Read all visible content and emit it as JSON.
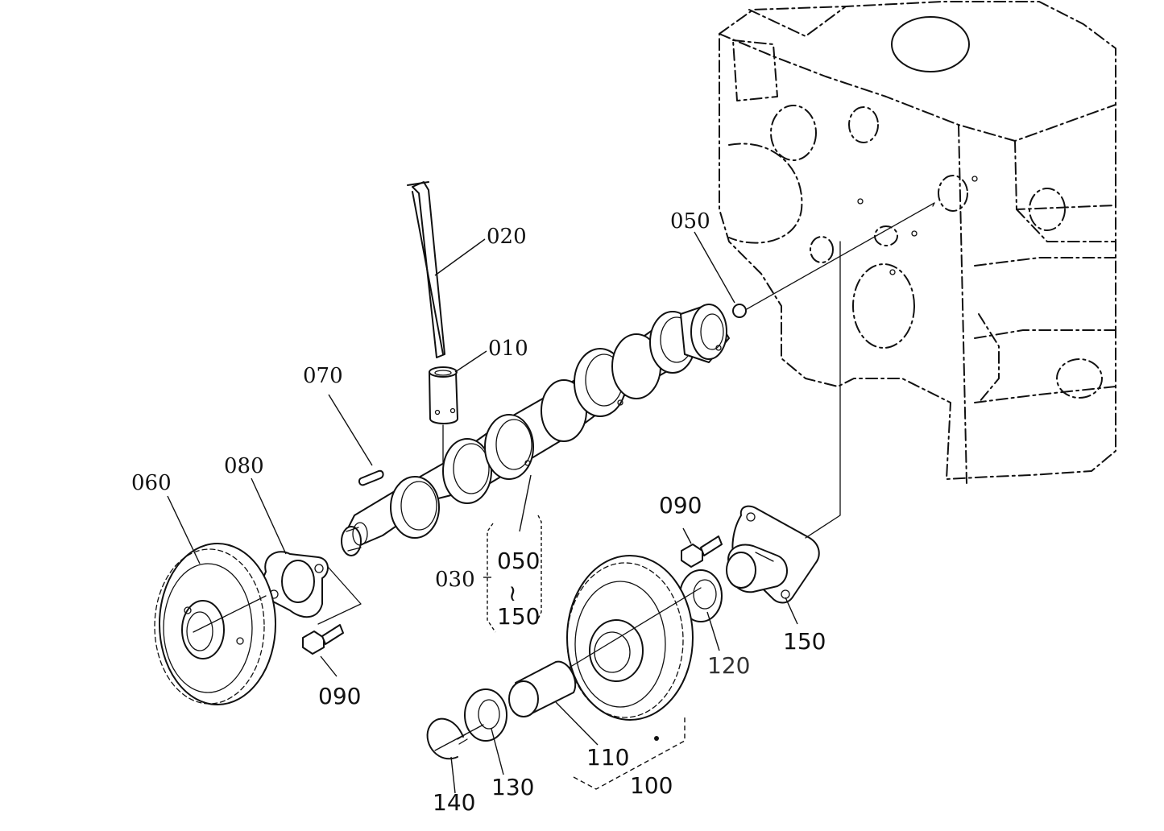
{
  "callouts": {
    "c010": "010",
    "c020": "020",
    "c030": "030",
    "c050_top": "050",
    "c050_range_start": "050",
    "c_range_tilde": "≀",
    "c150_range_end": "150",
    "c060": "060",
    "c070": "070",
    "c080": "080",
    "c090_left": "090",
    "c090_right": "090",
    "c100": "100",
    "c110": "110",
    "c120": "120",
    "c130": "130",
    "c140": "140",
    "c150": "150"
  },
  "colors": {
    "line": "#111111",
    "background": "#ffffff",
    "label_120": "#333333"
  }
}
